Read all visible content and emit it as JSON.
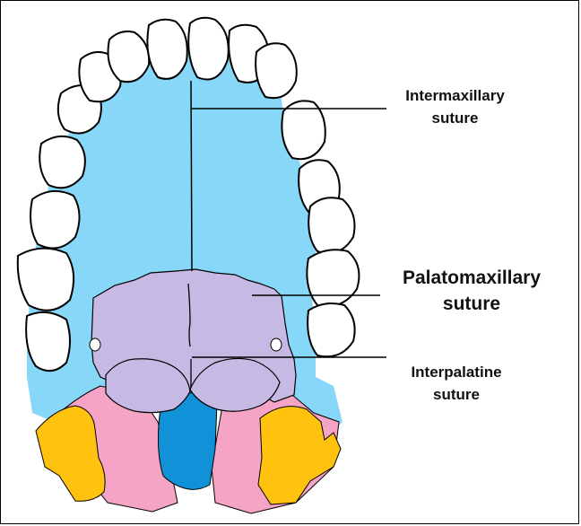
{
  "labels": {
    "intermaxillary": {
      "line1": "Intermaxillary",
      "line2": "suture"
    },
    "palatomaxillary": {
      "line1": "Palatomaxillary",
      "line2": "suture"
    },
    "interpalatine": {
      "line1": "Interpalatine",
      "line2": "suture"
    }
  },
  "colors": {
    "palate": "#87d7f9",
    "palatine": "#c6b9e3",
    "pink": "#f6a4c6",
    "yellow": "#ffc20e",
    "blue": "#1191d7",
    "outline": "#000000"
  }
}
